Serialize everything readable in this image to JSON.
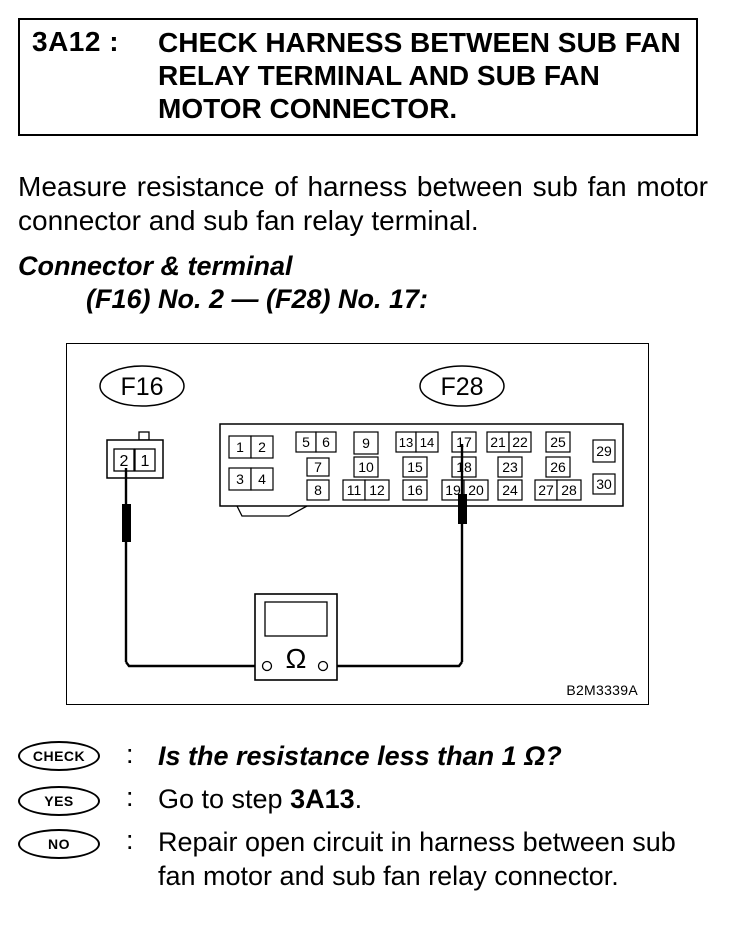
{
  "step": {
    "code": "3A12 :",
    "title": "CHECK HARNESS BETWEEN SUB FAN RELAY TERMINAL AND SUB FAN MOTOR CONNECTOR."
  },
  "instruction": "Measure resistance of harness between sub fan motor connector and sub fan relay terminal.",
  "connector_terminal": {
    "heading": "Connector & terminal",
    "value": "(F16) No. 2 — (F28) No. 17:"
  },
  "figure": {
    "connector_a": {
      "label": "F16",
      "terminals": [
        "2",
        "1"
      ]
    },
    "connector_b": {
      "label": "F28",
      "terminals": [
        "1",
        "2",
        "3",
        "4",
        "5",
        "6",
        "7",
        "8",
        "9",
        "10",
        "11",
        "12",
        "13",
        "14",
        "15",
        "16",
        "17",
        "18",
        "19",
        "20",
        "21",
        "22",
        "23",
        "24",
        "25",
        "26",
        "27",
        "28",
        "29",
        "30"
      ]
    },
    "meter_symbol": "Ω",
    "figure_code": "B2M3339A"
  },
  "results": [
    {
      "badge": "CHECK",
      "colon": ":",
      "text": "Is the resistance less than 1 Ω?"
    },
    {
      "badge": "YES",
      "colon": ":",
      "text_prefix": "Go to step ",
      "text_bold": "3A13",
      "text_suffix": "."
    },
    {
      "badge": "NO",
      "colon": ":",
      "text": "Repair open circuit in harness between sub fan motor and sub fan relay connector."
    }
  ]
}
